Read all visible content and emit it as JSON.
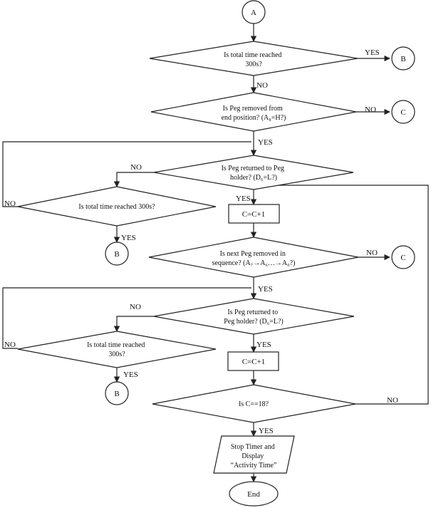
{
  "connectors": {
    "a": "A",
    "b": "B",
    "c": "C",
    "end": "End"
  },
  "decisions": {
    "time300_1": [
      "Is total time reached",
      "300s?"
    ],
    "peg_removed_end": [
      "Is Peg removed from",
      "end position? (A₈=H?)"
    ],
    "peg_returned_1": [
      "Is Peg returned to Peg",
      "holder? (D₆=L?)"
    ],
    "time300_2": [
      "Is total time reached 300s?"
    ],
    "next_peg": [
      "Is next Peg removed in",
      "sequence? (A₇→A₆…→A₀?)"
    ],
    "peg_returned_2": [
      "Is Peg returned to",
      "Peg holder? (D₆=L?)"
    ],
    "time300_3": [
      "Is total time reached",
      "300s?"
    ],
    "c_eq_18": [
      "Is C==18?"
    ]
  },
  "processes": {
    "inc1": "C=C+1",
    "inc2": "C=C+1"
  },
  "io": {
    "stop_timer": [
      "Stop Timer and",
      "Display",
      "“Activity Time”"
    ]
  },
  "edge_labels": {
    "yes": "YES",
    "no": "NO"
  }
}
